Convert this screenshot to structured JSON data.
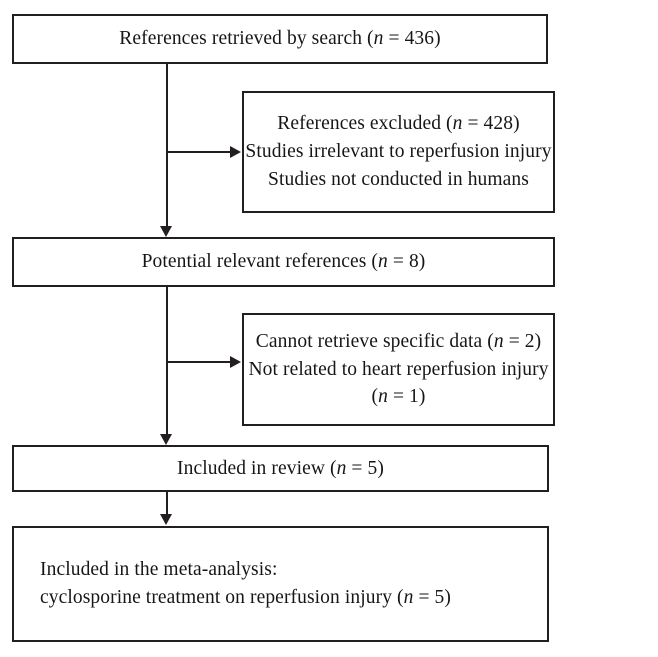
{
  "diagram": {
    "title": "PRISMA study selection flow diagram",
    "line_color": "#231f20",
    "background": "#ffffff",
    "nodes": [
      {
        "id": "retrieved",
        "align": "center",
        "lines": [
          {
            "prefix": "References retrieved by search (",
            "symbol": "n",
            "suffix": " = 436)"
          }
        ]
      },
      {
        "id": "excluded",
        "align": "center",
        "lines": [
          {
            "prefix": "References excluded (",
            "symbol": "n",
            "suffix": " = 428)"
          },
          {
            "prefix": "Studies irrelevant to reperfusion injury",
            "symbol": "",
            "suffix": ""
          },
          {
            "prefix": "Studies not conducted in humans",
            "symbol": "",
            "suffix": ""
          }
        ]
      },
      {
        "id": "potential",
        "align": "center",
        "lines": [
          {
            "prefix": "Potential relevant references (",
            "symbol": "n",
            "suffix": " = 8)"
          }
        ]
      },
      {
        "id": "cannot",
        "align": "center",
        "lines": [
          {
            "prefix": "Cannot retrieve specific data (",
            "symbol": "n",
            "suffix": " = 2)"
          },
          {
            "prefix": "Not related to heart reperfusion injury",
            "symbol": "",
            "suffix": ""
          },
          {
            "prefix": "(",
            "symbol": "n",
            "suffix": " = 1)"
          }
        ]
      },
      {
        "id": "included",
        "align": "center",
        "lines": [
          {
            "prefix": "Included in review (",
            "symbol": "n",
            "suffix": " = 5)"
          }
        ]
      },
      {
        "id": "meta",
        "align": "left",
        "lines": [
          {
            "prefix": "Included in the meta-analysis:",
            "symbol": "",
            "suffix": ""
          },
          {
            "prefix": "cyclosporine treatment on reperfusion injury (",
            "symbol": "n",
            "suffix": " = 5)"
          }
        ]
      }
    ],
    "connectors": [
      {
        "id": "trunk-1",
        "from": "retrieved",
        "to": "potential",
        "kind": "vertical-arrow"
      },
      {
        "id": "branch-1",
        "from": "trunk-1",
        "to": "excluded",
        "kind": "horizontal-arrow"
      },
      {
        "id": "trunk-2",
        "from": "potential",
        "to": "included",
        "kind": "vertical-arrow"
      },
      {
        "id": "branch-2",
        "from": "trunk-2",
        "to": "cannot",
        "kind": "horizontal-arrow"
      },
      {
        "id": "trunk-3",
        "from": "included",
        "to": "meta",
        "kind": "vertical-arrow"
      }
    ]
  },
  "counts": {
    "retrieved": 436,
    "excluded": 428,
    "potential": 8,
    "cannot_retrieve": 2,
    "not_related": 1,
    "included_in_review": 5,
    "included_in_meta": 5
  }
}
